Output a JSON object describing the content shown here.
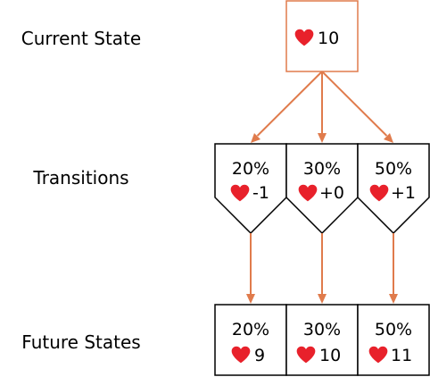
{
  "colors": {
    "arrow": "#E07B4C",
    "current_box_border": "#E07B4C",
    "box_border": "#000000",
    "heart": "#E8212B",
    "background": "#FFFFFF"
  },
  "icons": {
    "health": "heart-icon"
  },
  "labels": {
    "current": "Current State",
    "transitions": "Transitions",
    "future": "Future States"
  },
  "current_state": {
    "value": "10"
  },
  "transitions": [
    {
      "prob": "20%",
      "delta": "-1"
    },
    {
      "prob": "30%",
      "delta": "+0"
    },
    {
      "prob": "50%",
      "delta": "+1"
    }
  ],
  "future_states": [
    {
      "prob": "20%",
      "value": "9"
    },
    {
      "prob": "30%",
      "value": "10"
    },
    {
      "prob": "50%",
      "value": "11"
    }
  ]
}
